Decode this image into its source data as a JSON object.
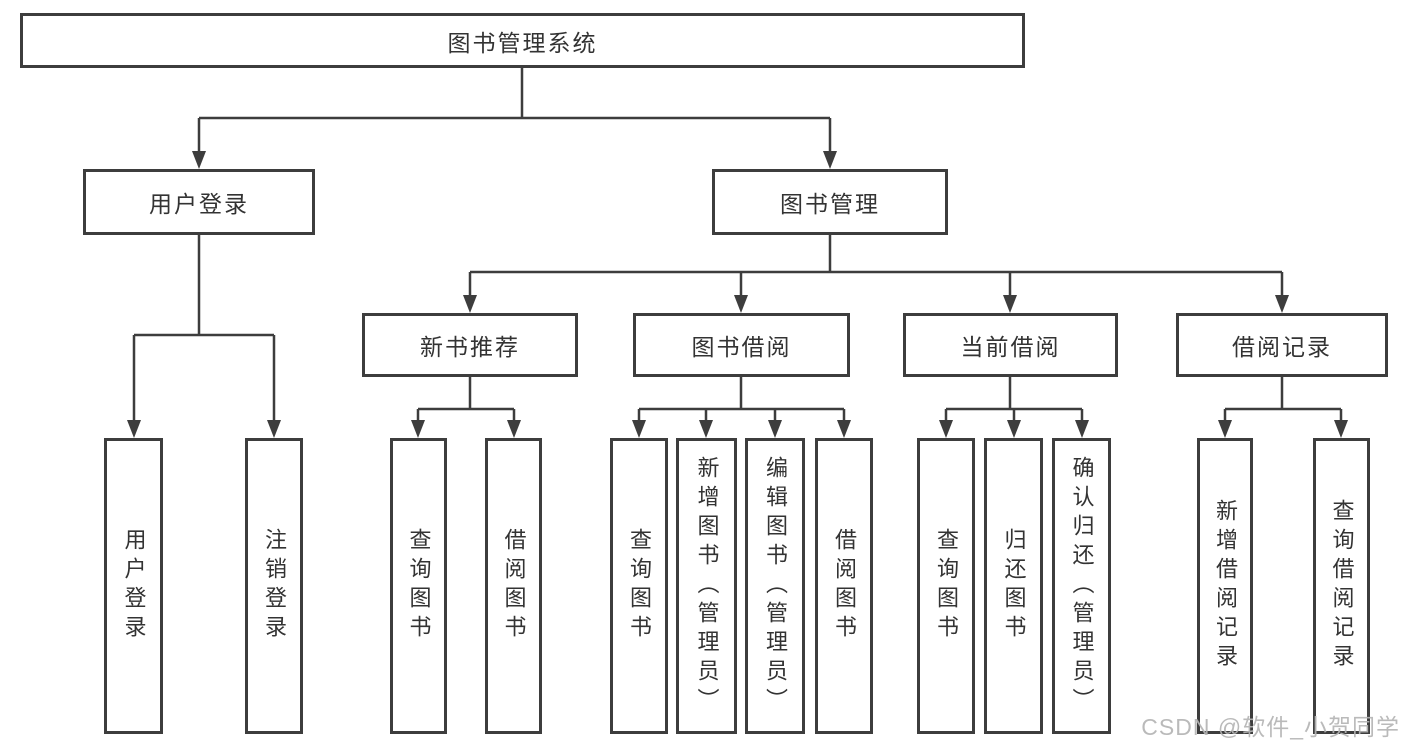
{
  "diagram": {
    "title": "图书管理系统",
    "tree": {
      "label": "图书管理系统",
      "children": [
        {
          "label": "用户登录",
          "children": [
            {
              "label": "用户登录"
            },
            {
              "label": "注销登录"
            }
          ]
        },
        {
          "label": "图书管理",
          "children": [
            {
              "label": "新书推荐",
              "children": [
                {
                  "label": "查询图书"
                },
                {
                  "label": "借阅图书"
                }
              ]
            },
            {
              "label": "图书借阅",
              "children": [
                {
                  "label": "查询图书"
                },
                {
                  "label": "新增图书（管理员）"
                },
                {
                  "label": "编辑图书（管理员）"
                },
                {
                  "label": "借阅图书"
                }
              ]
            },
            {
              "label": "当前借阅",
              "children": [
                {
                  "label": "查询图书"
                },
                {
                  "label": "归还图书"
                },
                {
                  "label": "确认归还（管理员）"
                }
              ]
            },
            {
              "label": "借阅记录",
              "children": [
                {
                  "label": "新增借阅记录"
                },
                {
                  "label": "查询借阅记录"
                }
              ]
            }
          ]
        }
      ]
    }
  },
  "watermark": {
    "text": "CSDN @软件_小贺同学"
  },
  "colors": {
    "line": "#3d3d3d",
    "text": "#333333",
    "background": "#ffffff",
    "watermark": "#b5b5b5"
  }
}
